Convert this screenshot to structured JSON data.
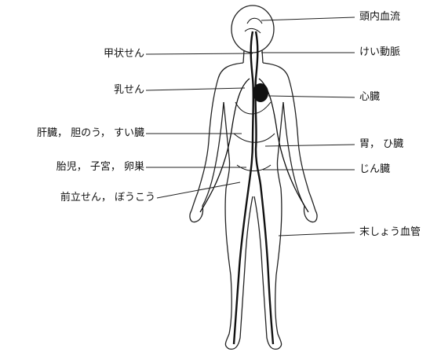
{
  "labels": {
    "brain": "頭内血流",
    "carotid": "けい動脈",
    "heart": "心臓",
    "stomach": "胃， ひ臓",
    "kidney": "じん臓",
    "peripheral": "末しょう血管",
    "thyroid": "甲状せん",
    "breast": "乳せん",
    "liver": "肝臓， 胆のう， すい臓",
    "fetus": "胎児， 子宮， 卵巣",
    "prostate": "前立せん， ぼうこう"
  }
}
